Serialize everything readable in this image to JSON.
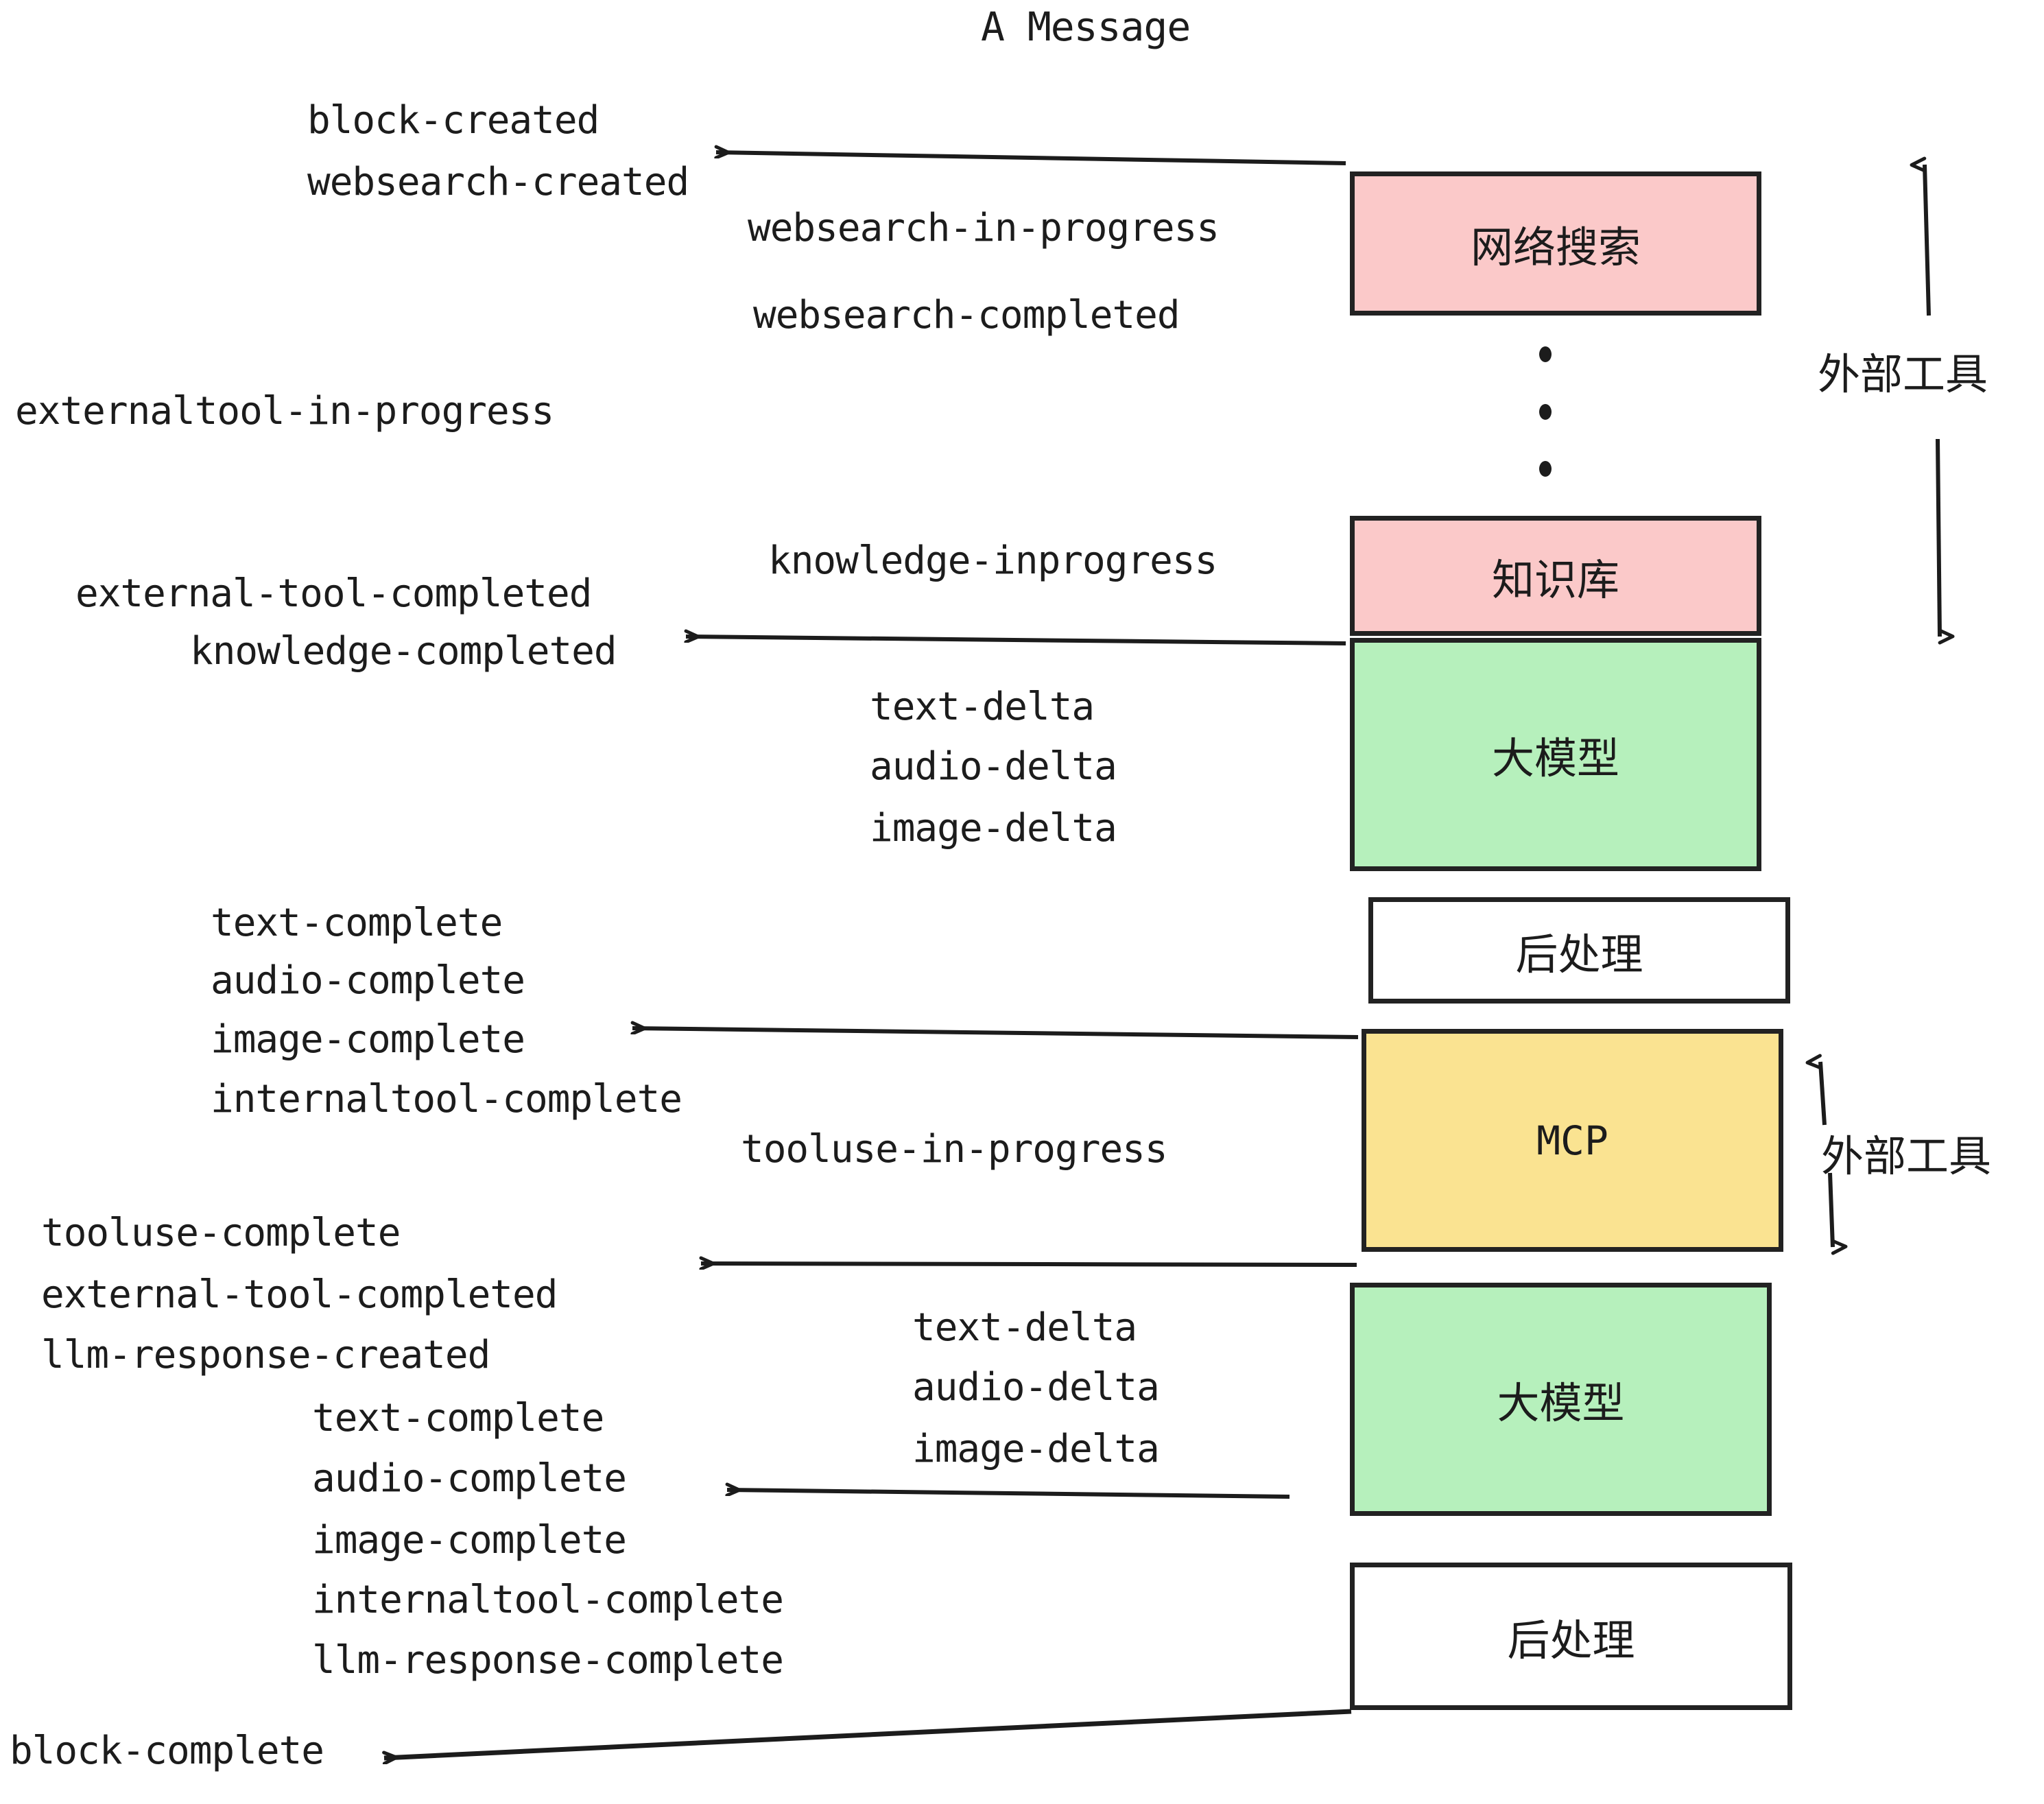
{
  "title": "A Message",
  "colors": {
    "pink": "#FBC9C9",
    "green": "#B6F0BC",
    "yellow": "#FAE391",
    "white": "#FFFFFF",
    "stroke": "#222222",
    "text": "#1C1C1C"
  },
  "boxes": [
    {
      "label": "网络搜索",
      "color": "pink",
      "mono": false
    },
    {
      "label": "知识库",
      "color": "pink",
      "mono": false
    },
    {
      "label": "大模型",
      "color": "green",
      "mono": false
    },
    {
      "label": "后处理",
      "color": "white",
      "mono": false
    },
    {
      "label": "MCP",
      "color": "yellow",
      "mono": true
    },
    {
      "label": "大模型",
      "color": "green",
      "mono": false
    },
    {
      "label": "后处理",
      "color": "white",
      "mono": false
    }
  ],
  "side_labels": [
    {
      "label": "外部工具"
    },
    {
      "label": "外部工具"
    }
  ],
  "events": {
    "block_created": "block-created",
    "websearch_created": "websearch-created",
    "websearch_in_progress": "websearch-in-progress",
    "websearch_completed": "websearch-completed",
    "externaltool_in_progress": "externaltool-in-progress",
    "knowledge_inprogress": "knowledge-inprogress",
    "external_tool_completed_1": "external-tool-completed",
    "knowledge_completed": "knowledge-completed",
    "text_delta_1": "text-delta",
    "audio_delta_1": "audio-delta",
    "image_delta_1": "image-delta",
    "text_complete_1": "text-complete",
    "audio_complete_1": "audio-complete",
    "image_complete_1": "image-complete",
    "internaltool_complete_1": "internaltool-complete",
    "tooluse_in_progress": "tooluse-in-progress",
    "tooluse_complete": "tooluse-complete",
    "external_tool_completed_2": "external-tool-completed",
    "llm_response_created": "llm-response-created",
    "text_delta_2": "text-delta",
    "audio_delta_2": "audio-delta",
    "image_delta_2": "image-delta",
    "text_complete_2": "text-complete",
    "audio_complete_2": "audio-complete",
    "image_complete_2": "image-complete",
    "internaltool_complete_2": "internaltool-complete",
    "llm_response_complete": "llm-response-complete",
    "block_complete": "block-complete"
  }
}
